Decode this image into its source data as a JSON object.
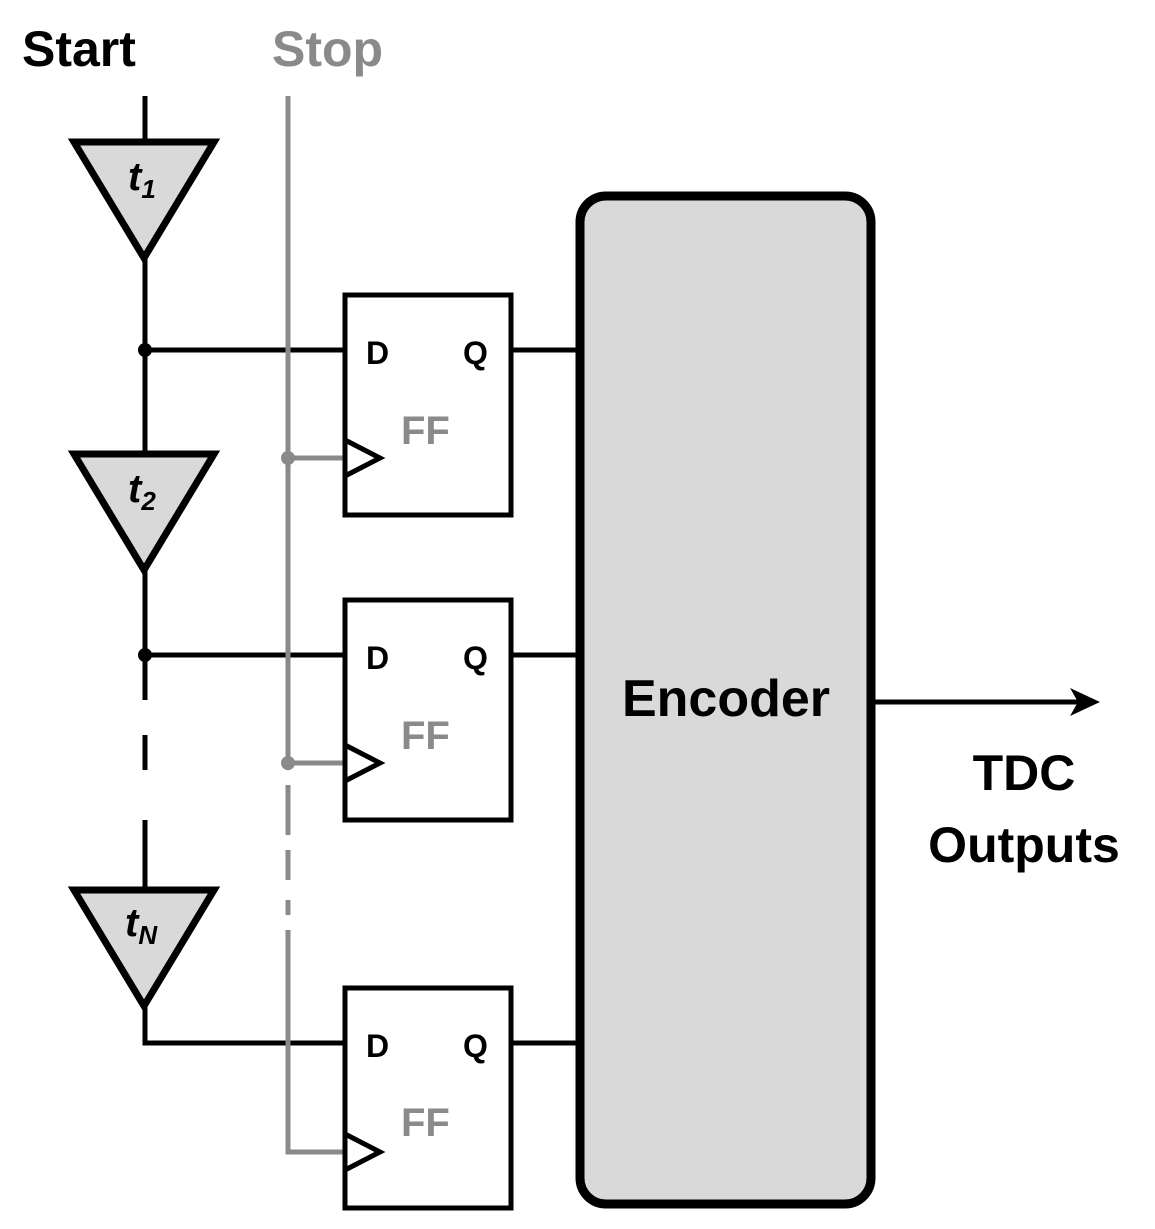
{
  "labels": {
    "start": "Start",
    "stop": "Stop",
    "encoder": "Encoder",
    "output_line1": "TDC",
    "output_line2": "Outputs"
  },
  "delay_elements": [
    {
      "symbol": "t",
      "subscript": "1"
    },
    {
      "symbol": "t",
      "subscript": "2"
    },
    {
      "symbol": "t",
      "subscript": "N"
    }
  ],
  "flip_flops": [
    {
      "d_pin": "D",
      "q_pin": "Q",
      "name": "FF"
    },
    {
      "d_pin": "D",
      "q_pin": "Q",
      "name": "FF"
    },
    {
      "d_pin": "D",
      "q_pin": "Q",
      "name": "FF"
    }
  ],
  "colors": {
    "black": "#000000",
    "stop_gray": "#8a8a8a",
    "block_fill": "#d9d9d9"
  }
}
